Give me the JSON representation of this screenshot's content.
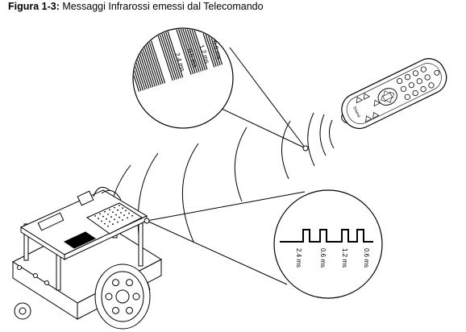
{
  "caption": {
    "figure_number": "Figura 1-3:",
    "title": "Messaggi Infrarossi emessi dal Telecomando"
  },
  "top_magnifier": {
    "pulse_labels": [
      "0.6 ms",
      "1.2 ms",
      "0.6 ms",
      "2.4 ms"
    ]
  },
  "bottom_magnifier": {
    "pulse_labels": [
      "2.4 ms",
      "0.6 ms",
      "1.2 ms",
      "0.6 ms"
    ]
  },
  "remote": {
    "brand_label": "Sound"
  },
  "colors": {
    "ink": "#000000",
    "background": "#ffffff"
  }
}
